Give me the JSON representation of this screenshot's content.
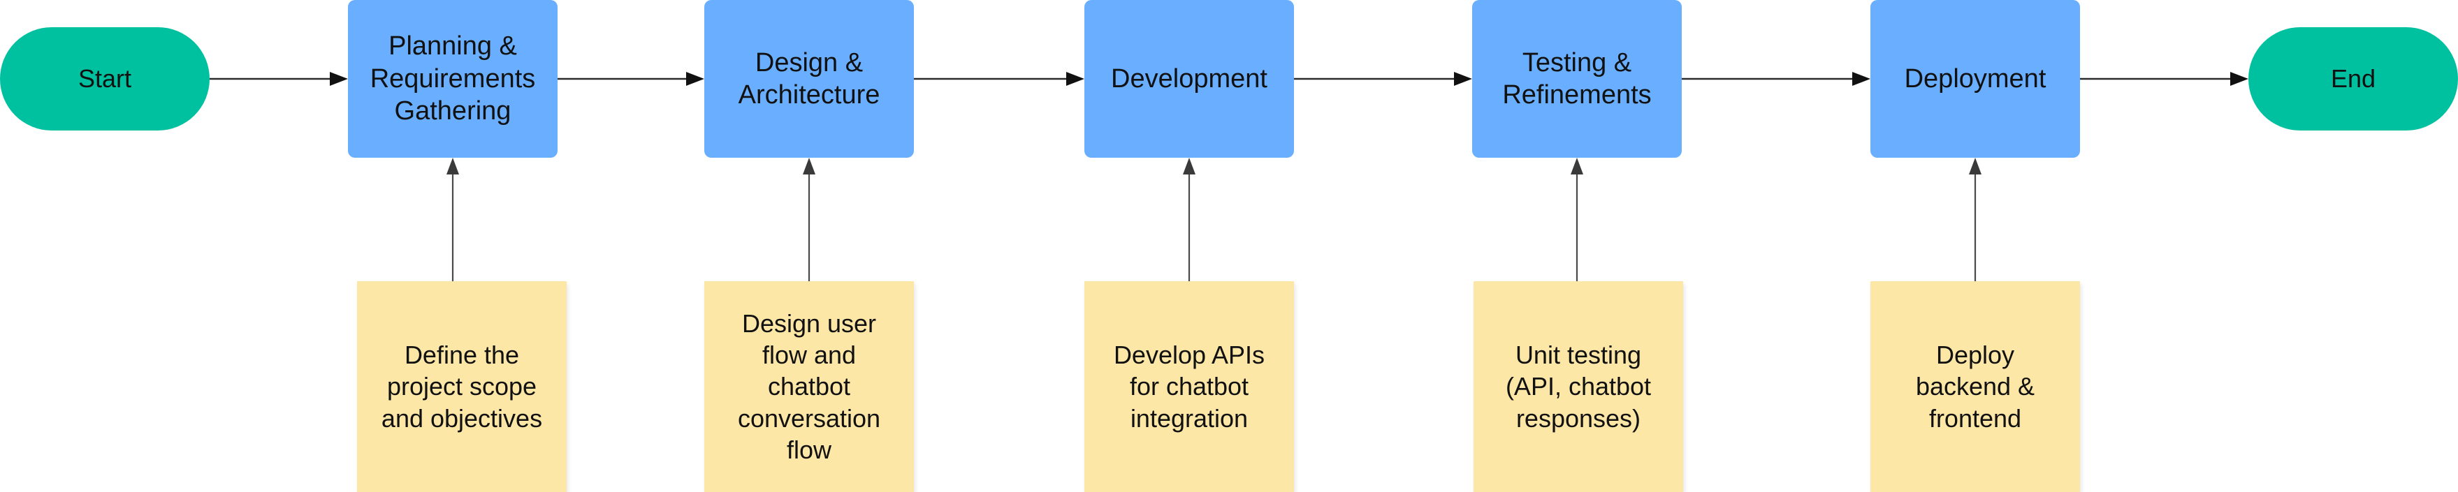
{
  "colors": {
    "terminal": "#00c19f",
    "stage": "#6aafff",
    "note": "#fde7a7",
    "connector": "#2b2b2b"
  },
  "nodes": {
    "start": "Start",
    "end": "End"
  },
  "stages": [
    {
      "label": "Planning &\nRequirements\nGathering",
      "note": "Define the\nproject scope\nand objectives"
    },
    {
      "label": "Design &\nArchitecture",
      "note": "Design user\nflow and\nchatbot\nconversation\nflow"
    },
    {
      "label": "Development",
      "note": "Develop APIs\nfor chatbot\nintegration"
    },
    {
      "label": "Testing &\nRefinements",
      "note": "Unit testing\n(API, chatbot\nresponses)"
    },
    {
      "label": "Deployment",
      "note": "Deploy\nbackend &\nfrontend"
    }
  ]
}
